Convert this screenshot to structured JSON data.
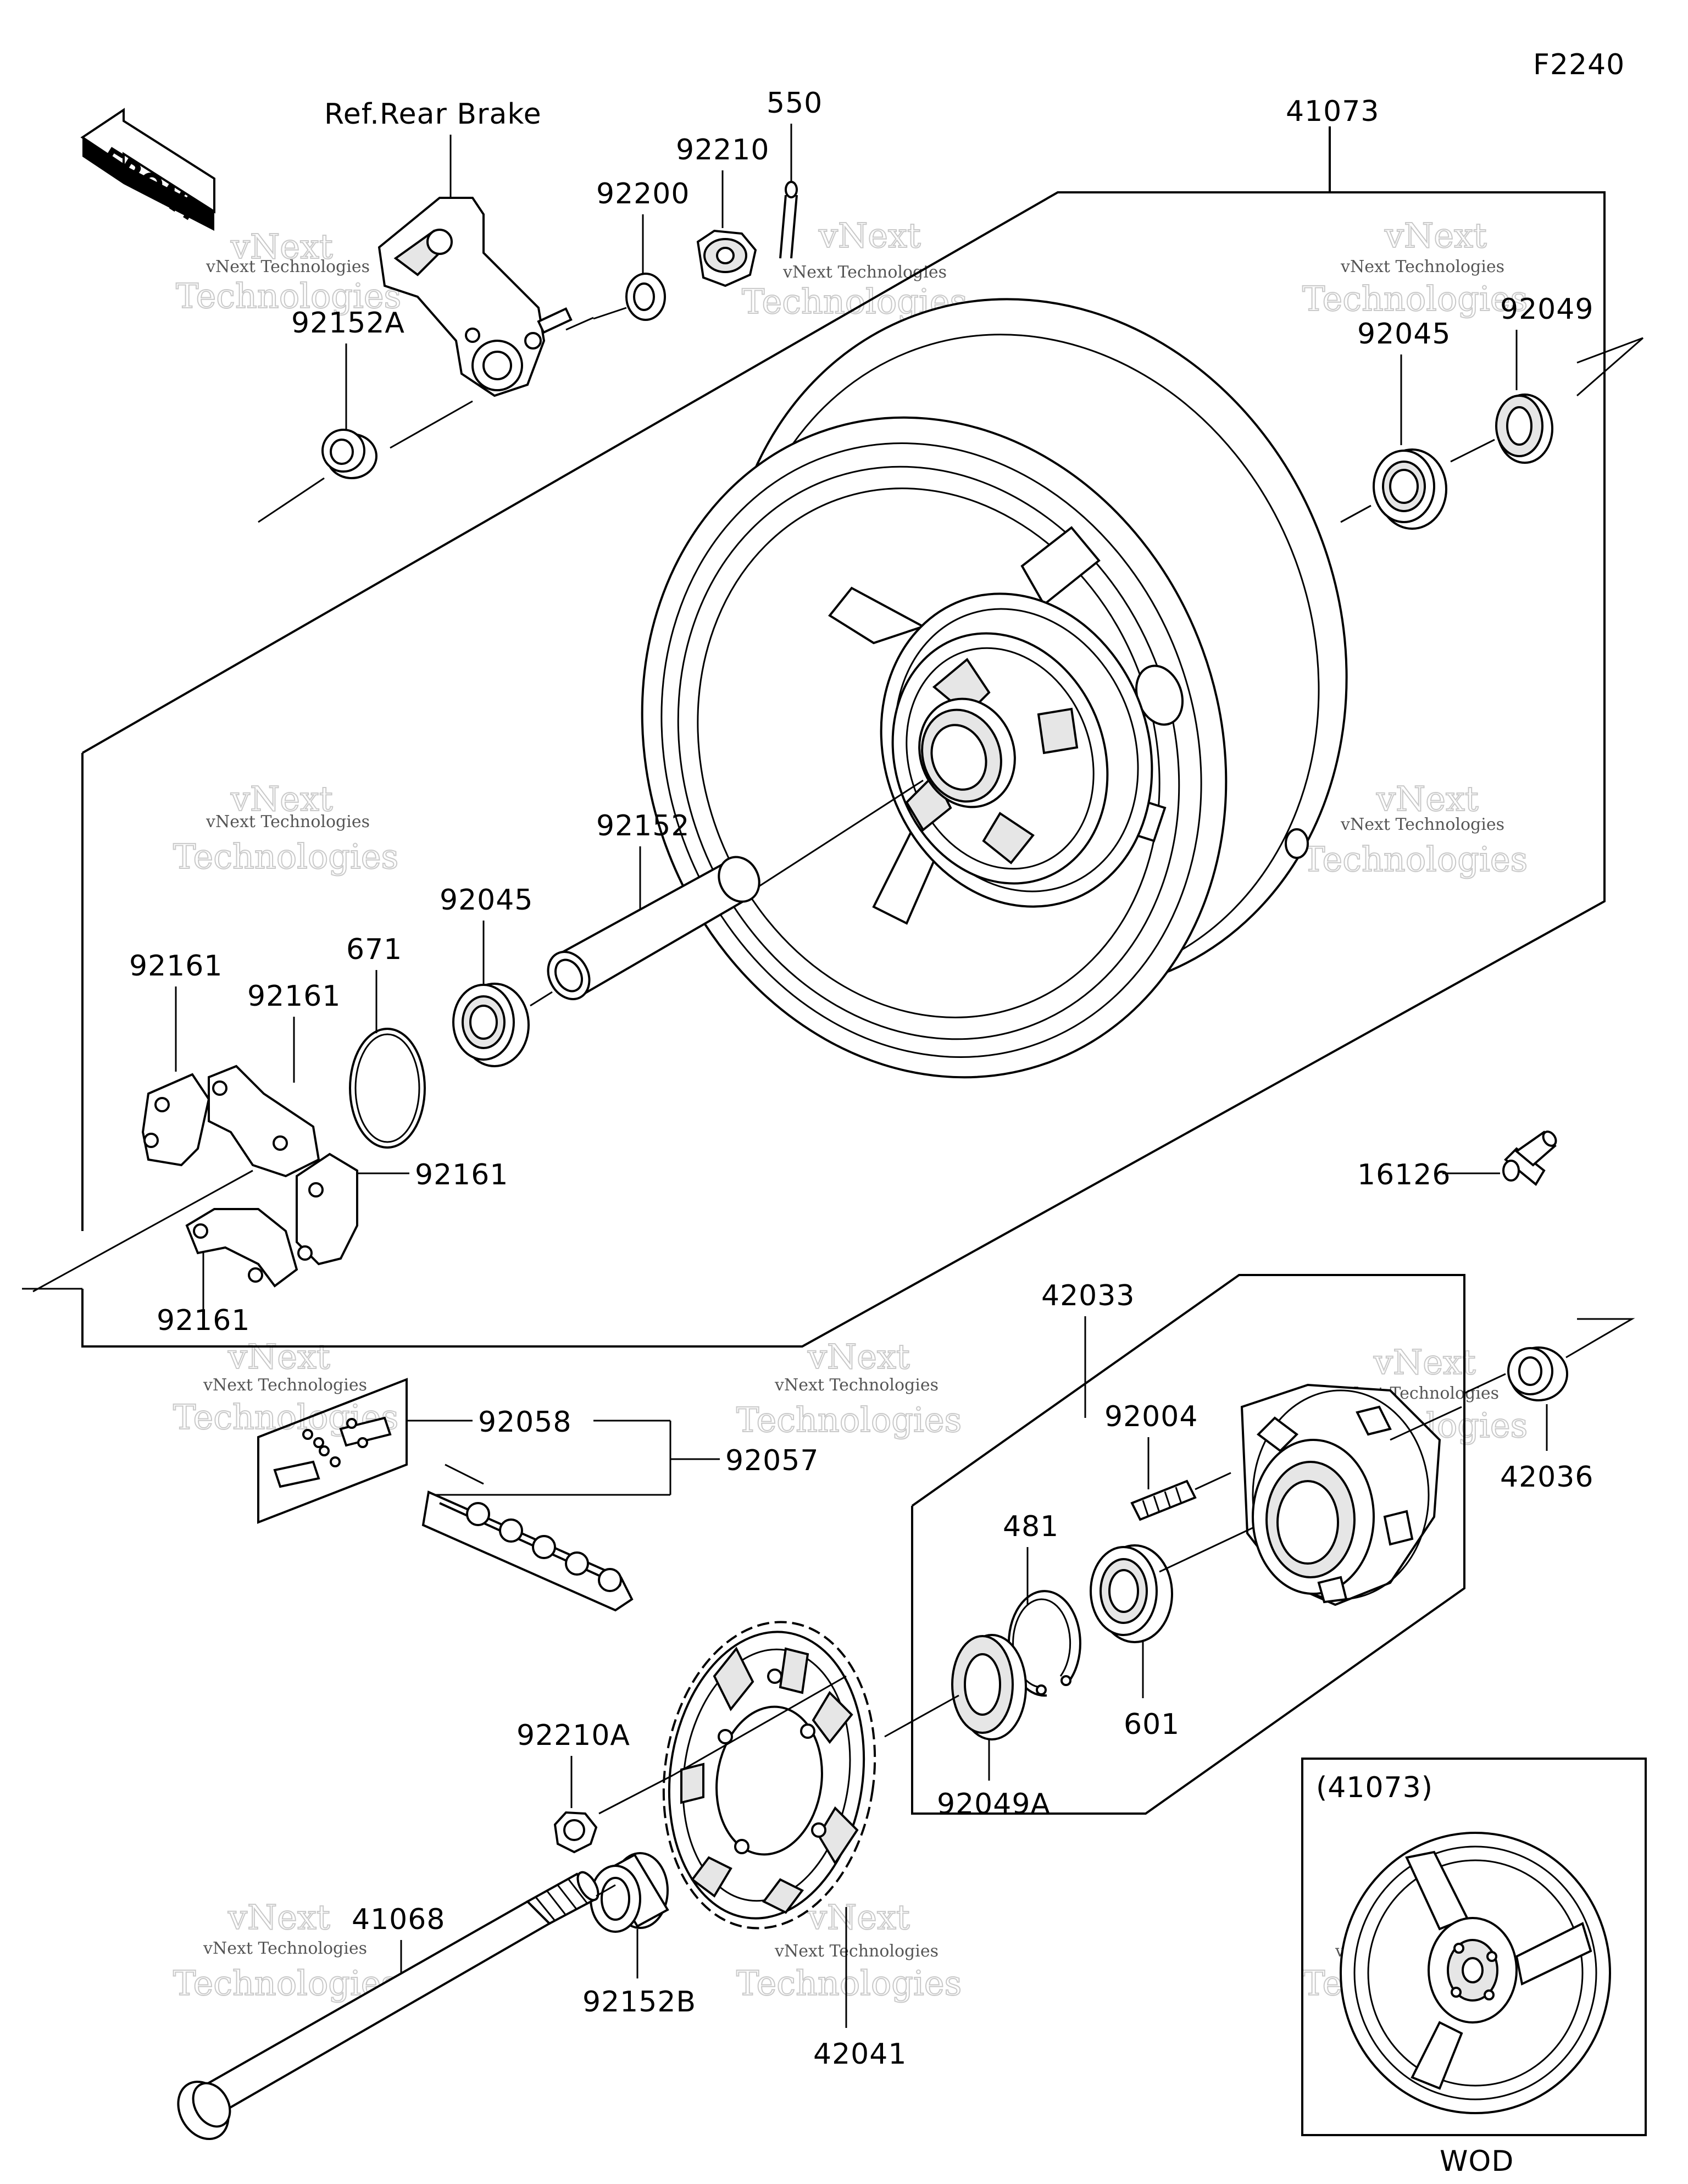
{
  "figure_code": "F2240",
  "front_label": "FRONT",
  "ref_label": "Ref.Rear Brake",
  "parts": {
    "p41073": "41073",
    "p550": "550",
    "p92210": "92210",
    "p92200": "92200",
    "p92152A": "92152A",
    "p92049": "92049",
    "p92045_top": "92045",
    "p92152": "92152",
    "p92045_mid": "92045",
    "p671": "671",
    "p92161_a": "92161",
    "p92161_b": "92161",
    "p92161_c": "92161",
    "p92161_d": "92161",
    "p16126": "16126",
    "p42033": "42033",
    "p92058": "92058",
    "p92057": "92057",
    "p92004": "92004",
    "p42036": "42036",
    "p481": "481",
    "p601": "601",
    "p92210A": "92210A",
    "p92049A": "92049A",
    "p41068": "41068",
    "p92152B": "92152B",
    "p42041": "42041"
  },
  "inset": {
    "title": "(41073)",
    "caption": "WOD"
  },
  "watermark": {
    "brand": "vNext",
    "company": "vNext Technologies",
    "word": "Technologies"
  }
}
